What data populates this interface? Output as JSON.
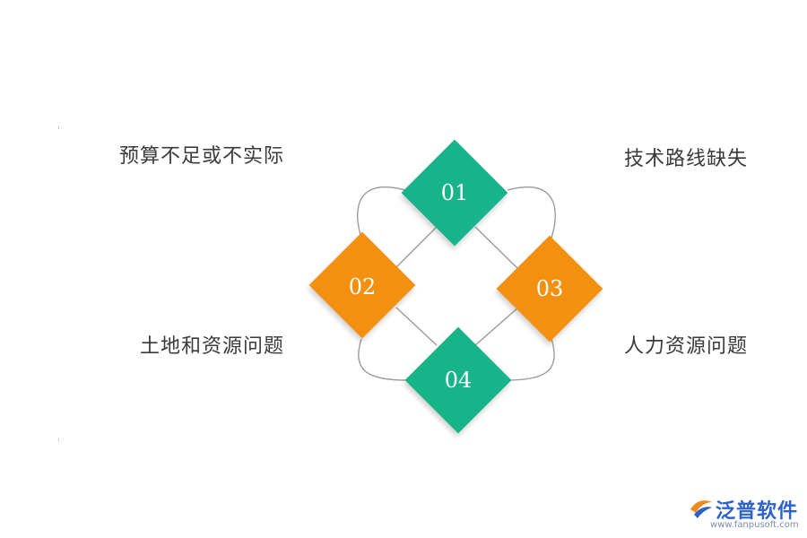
{
  "diagram": {
    "nodes": [
      {
        "id": "01",
        "label": "技术路线缺失",
        "color": "#17b389"
      },
      {
        "id": "02",
        "label": "土地和资源问题",
        "color": "#f49010"
      },
      {
        "id": "03",
        "label": "人力资源问题",
        "color": "#f49010"
      },
      {
        "id": "04",
        "label": "预算不足或不实际",
        "color": "#17b389"
      }
    ],
    "labels": {
      "top_left": "预算不足或不实际",
      "top_right": "技术路线缺失",
      "bottom_left": "土地和资源问题",
      "bottom_right": "人力资源问题"
    }
  },
  "logo": {
    "name": "泛普软件",
    "url": "www.fanpusoft.com"
  }
}
